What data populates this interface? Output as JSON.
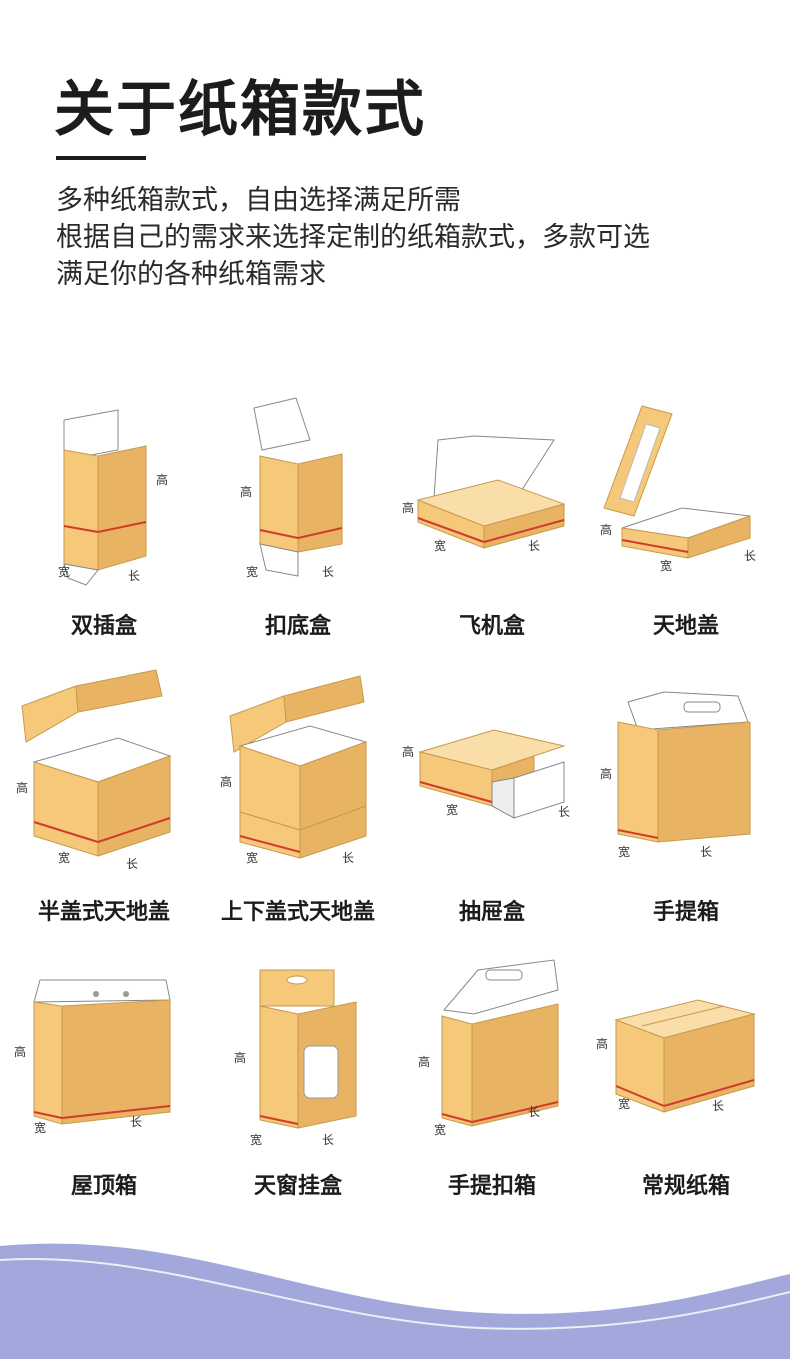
{
  "header": {
    "title": "关于纸箱款式",
    "desc_lines": [
      "多种纸箱款式，自由选择满足所需",
      "根据自己的需求来选择定制的纸箱款式，多款可选",
      "满足你的各种纸箱需求"
    ]
  },
  "dims": {
    "high": "高",
    "wide": "宽",
    "long": "长"
  },
  "boxes": [
    {
      "name": "双插盒"
    },
    {
      "name": "扣底盒"
    },
    {
      "name": "飞机盒"
    },
    {
      "name": "天地盖"
    },
    {
      "name": "半盖式天地盖"
    },
    {
      "name": "上下盖式天地盖"
    },
    {
      "name": "抽屉盒"
    },
    {
      "name": "手提箱"
    },
    {
      "name": "屋顶箱"
    },
    {
      "name": "天窗挂盒"
    },
    {
      "name": "手提扣箱"
    },
    {
      "name": "常规纸箱"
    }
  ],
  "colors": {
    "box": "#f5c87a",
    "box_dark": "#e8b463",
    "edge": "#d33a2c",
    "wave": "#a3a8dc"
  }
}
